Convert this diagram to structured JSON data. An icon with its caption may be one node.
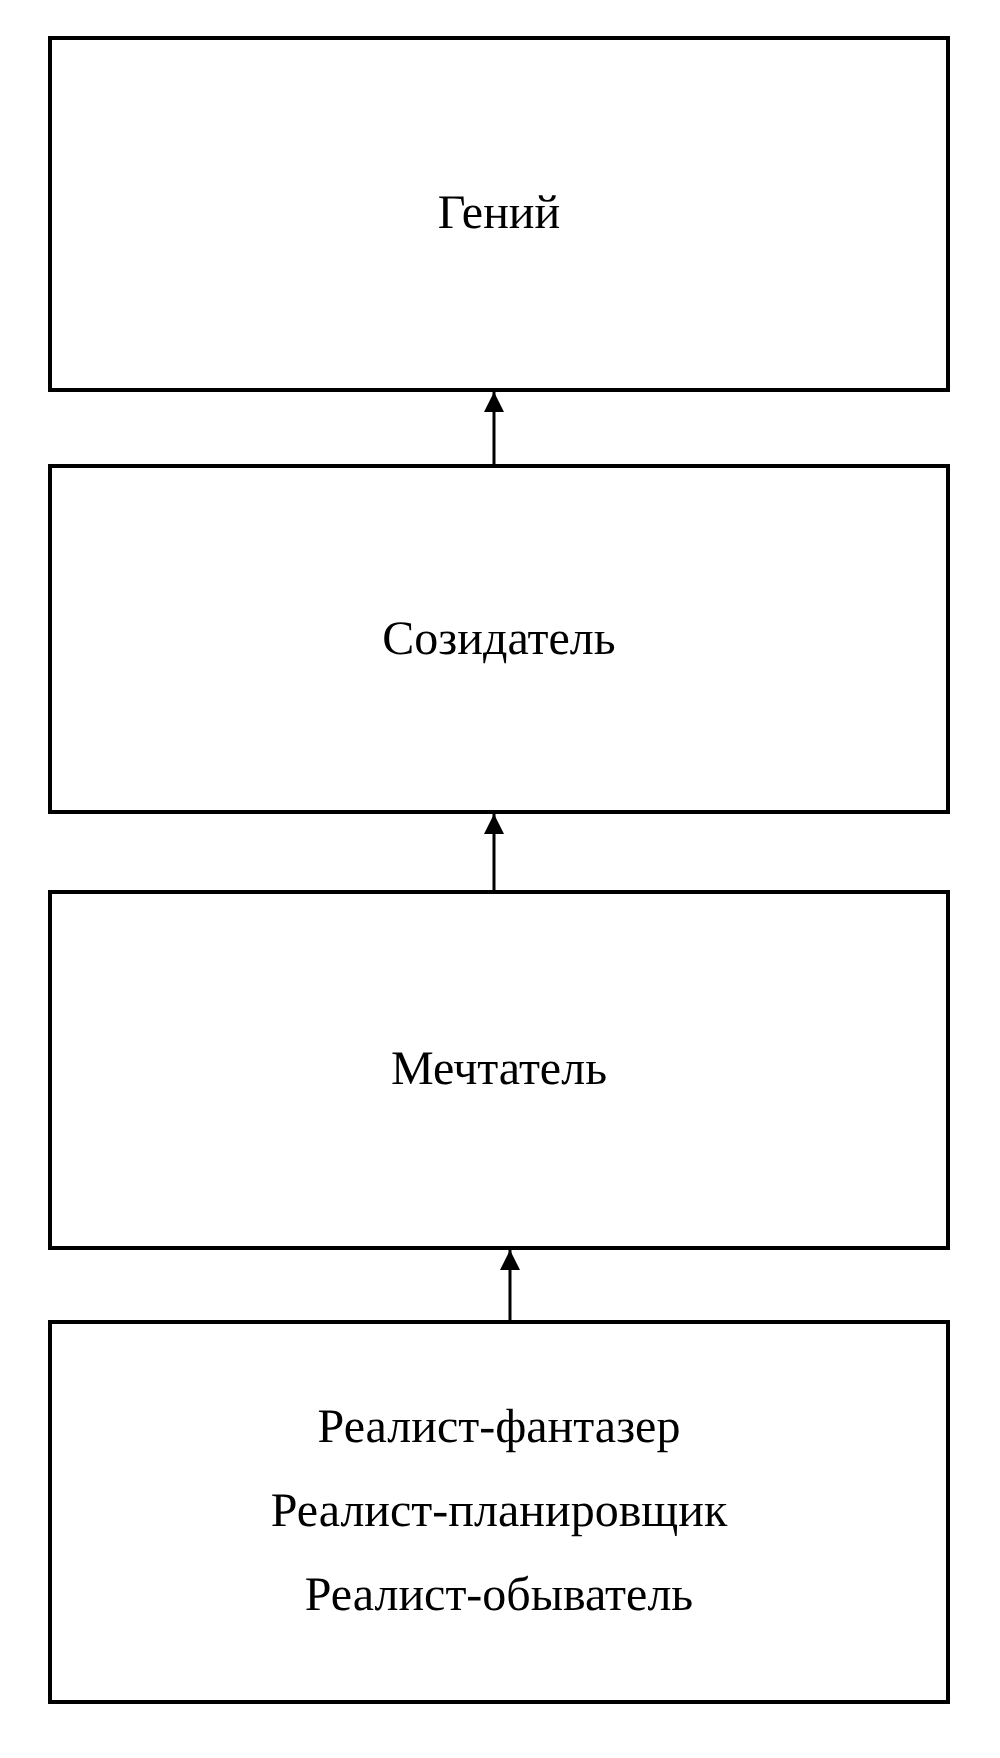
{
  "diagram": {
    "nodes": [
      {
        "text": [
          "Гений"
        ]
      },
      {
        "text": [
          "Созидатель"
        ]
      },
      {
        "text": [
          "Мечтатель"
        ]
      },
      {
        "text": [
          "Реалист-фантазер",
          "Реалист-планировщик",
          "Реалист-обыватель"
        ]
      }
    ],
    "edges": [
      {
        "from": 1,
        "to": 0,
        "arrow": "to"
      },
      {
        "from": 2,
        "to": 1,
        "arrow": "to"
      },
      {
        "from": 3,
        "to": 2,
        "arrow": "to"
      }
    ]
  }
}
